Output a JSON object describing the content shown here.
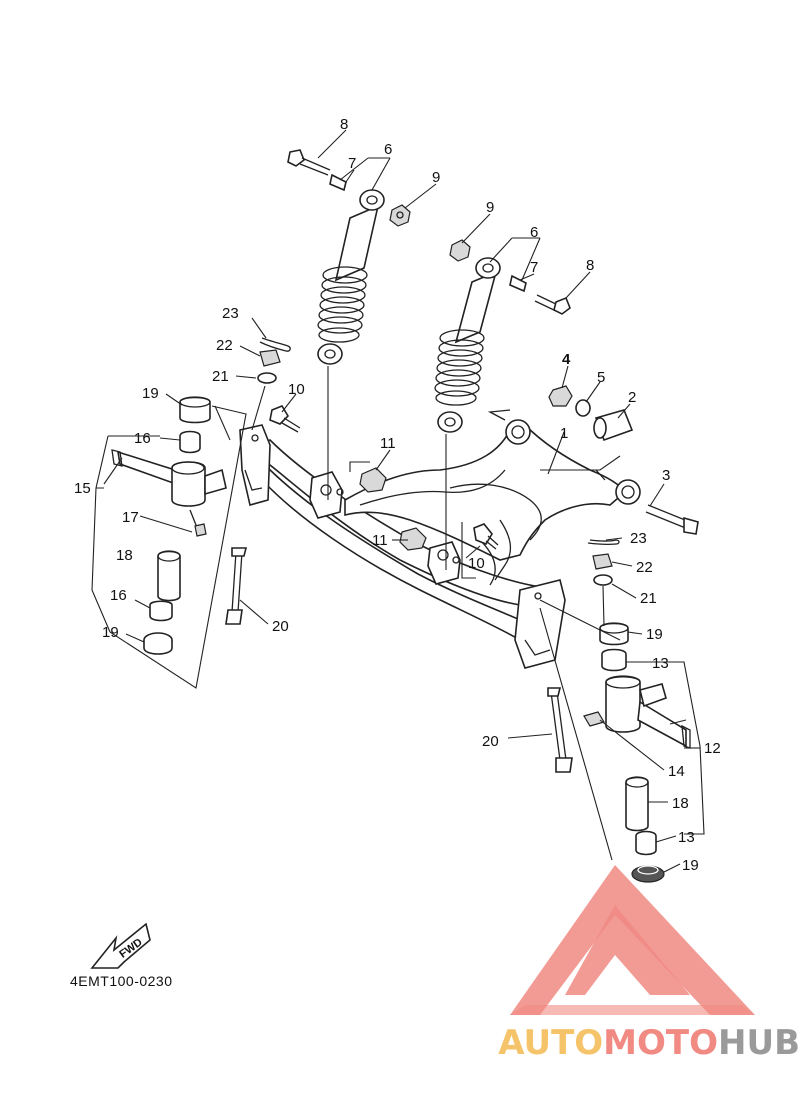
{
  "diagram": {
    "part_number_code": "4EMT100-0230",
    "fwd_label": "FWD",
    "callouts": {
      "c1": "1",
      "c2": "2",
      "c3": "3",
      "c4": "4",
      "c5": "5",
      "c6a": "6",
      "c6b": "6",
      "c7a": "7",
      "c7b": "7",
      "c8a": "8",
      "c8b": "8",
      "c9a": "9",
      "c9b": "9",
      "c10a": "10",
      "c10b": "10",
      "c11a": "11",
      "c11b": "11",
      "c12": "12",
      "c13a": "13",
      "c13b": "13",
      "c14": "14",
      "c15": "15",
      "c16a": "16",
      "c16b": "16",
      "c17": "17",
      "c18a": "18",
      "c18b": "18",
      "c19a": "19",
      "c19b": "19",
      "c19c": "19",
      "c19d": "19",
      "c20a": "20",
      "c20b": "20",
      "c21a": "21",
      "c21b": "21",
      "c22a": "22",
      "c22b": "22",
      "c23a": "23",
      "c23b": "23"
    }
  },
  "watermark": {
    "brand_part1": "AUTO",
    "brand_part2": "MOTO",
    "brand_part3": "HUB",
    "colors": {
      "part1": "#f5c46a",
      "part2": "#f08a82",
      "part3": "#9a9a9a",
      "triangle": "#f08a82"
    }
  }
}
